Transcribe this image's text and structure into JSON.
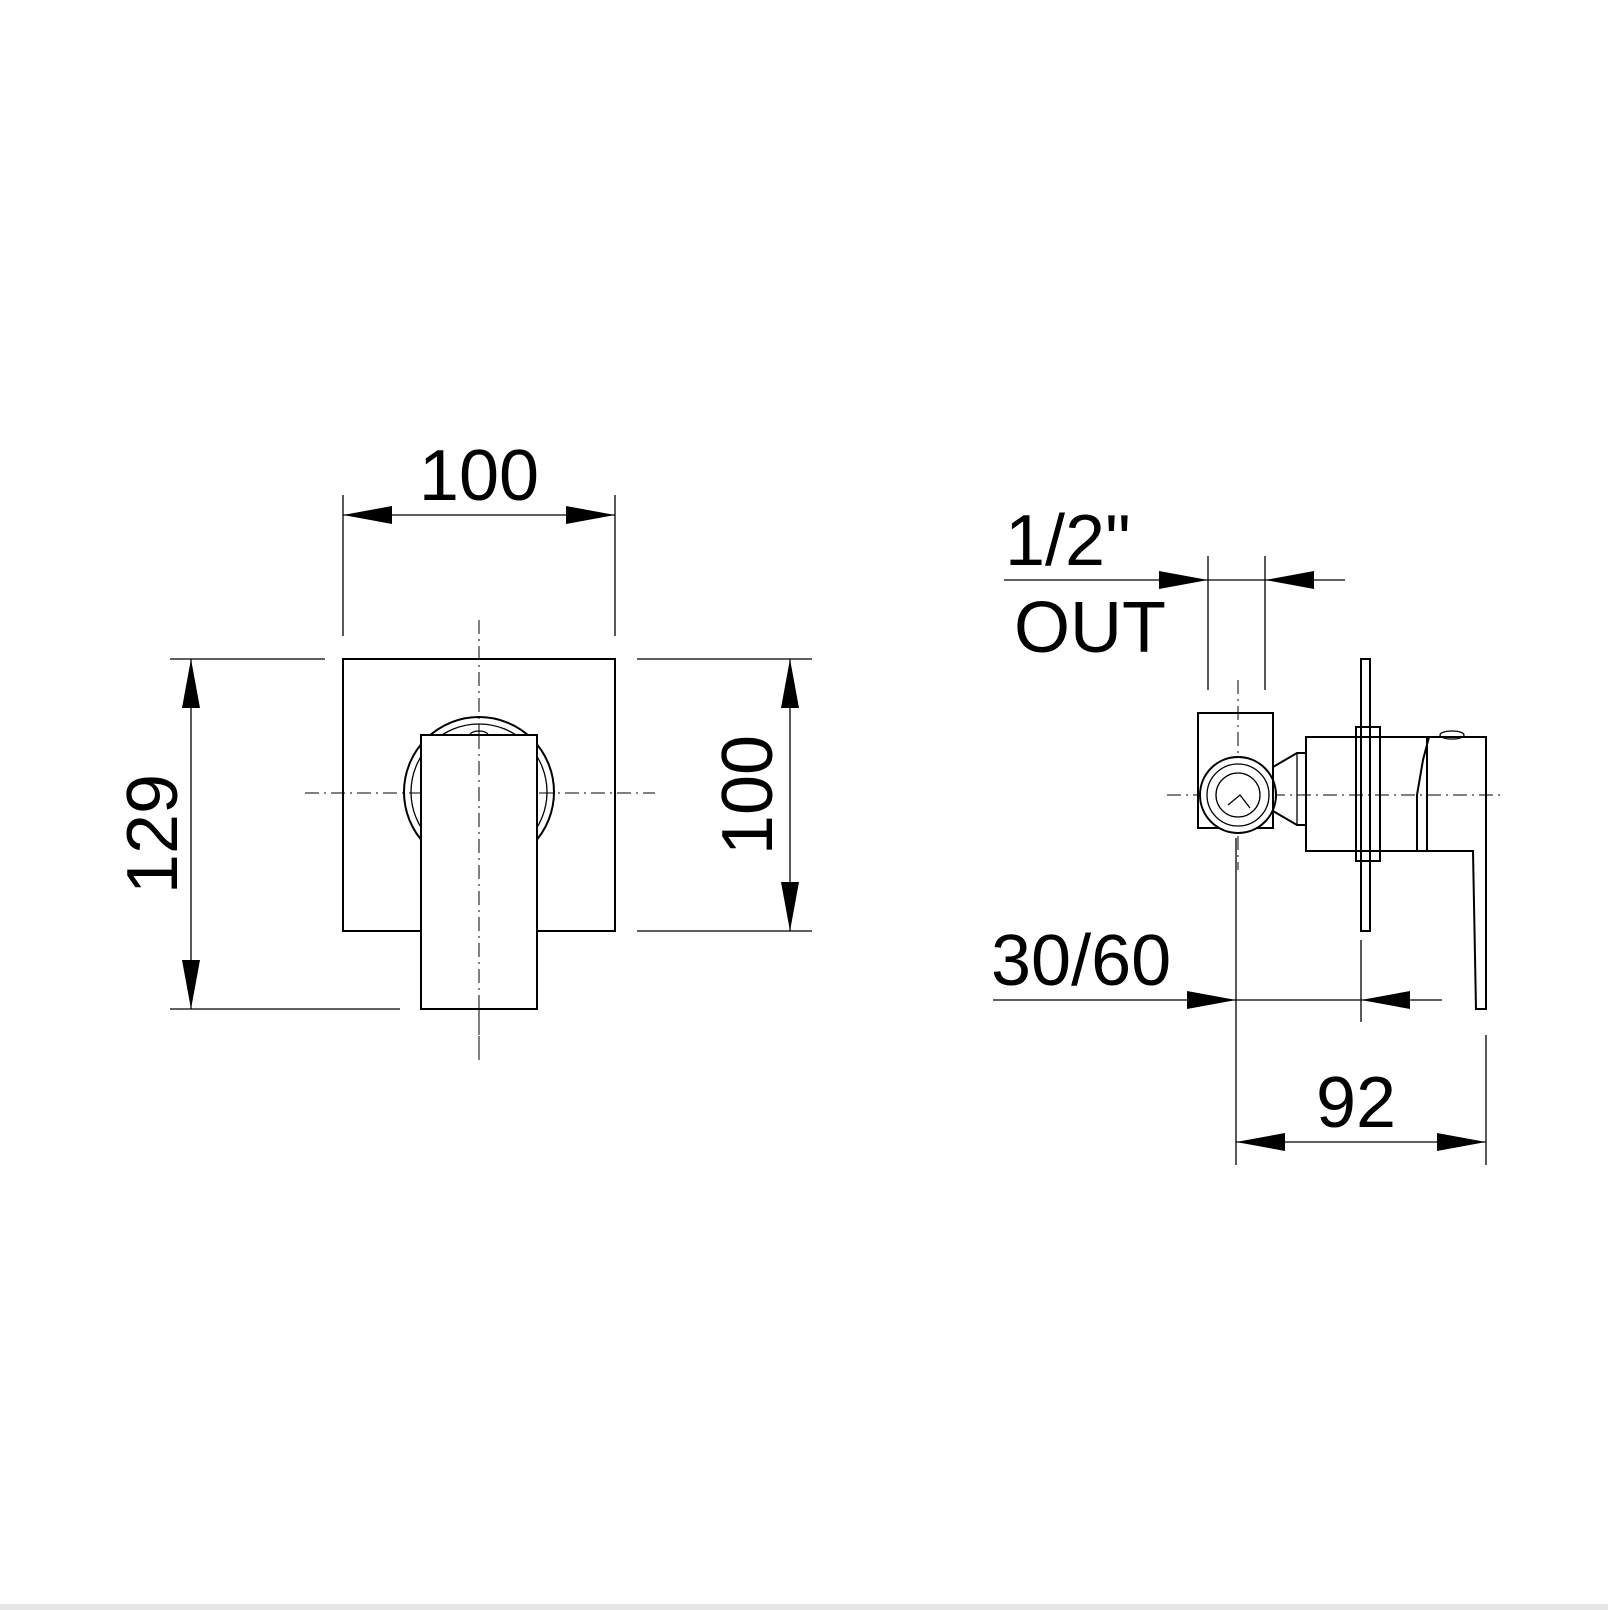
{
  "front_view": {
    "width_label": "100",
    "height_total_label": "129",
    "plate_height_label": "100"
  },
  "side_view": {
    "outlet_size_label": "1/2\"",
    "outlet_label": "OUT",
    "install_depth_label": "30/60",
    "projection_label": "92"
  },
  "colors": {
    "line": "#000000",
    "background": "#ffffff"
  }
}
